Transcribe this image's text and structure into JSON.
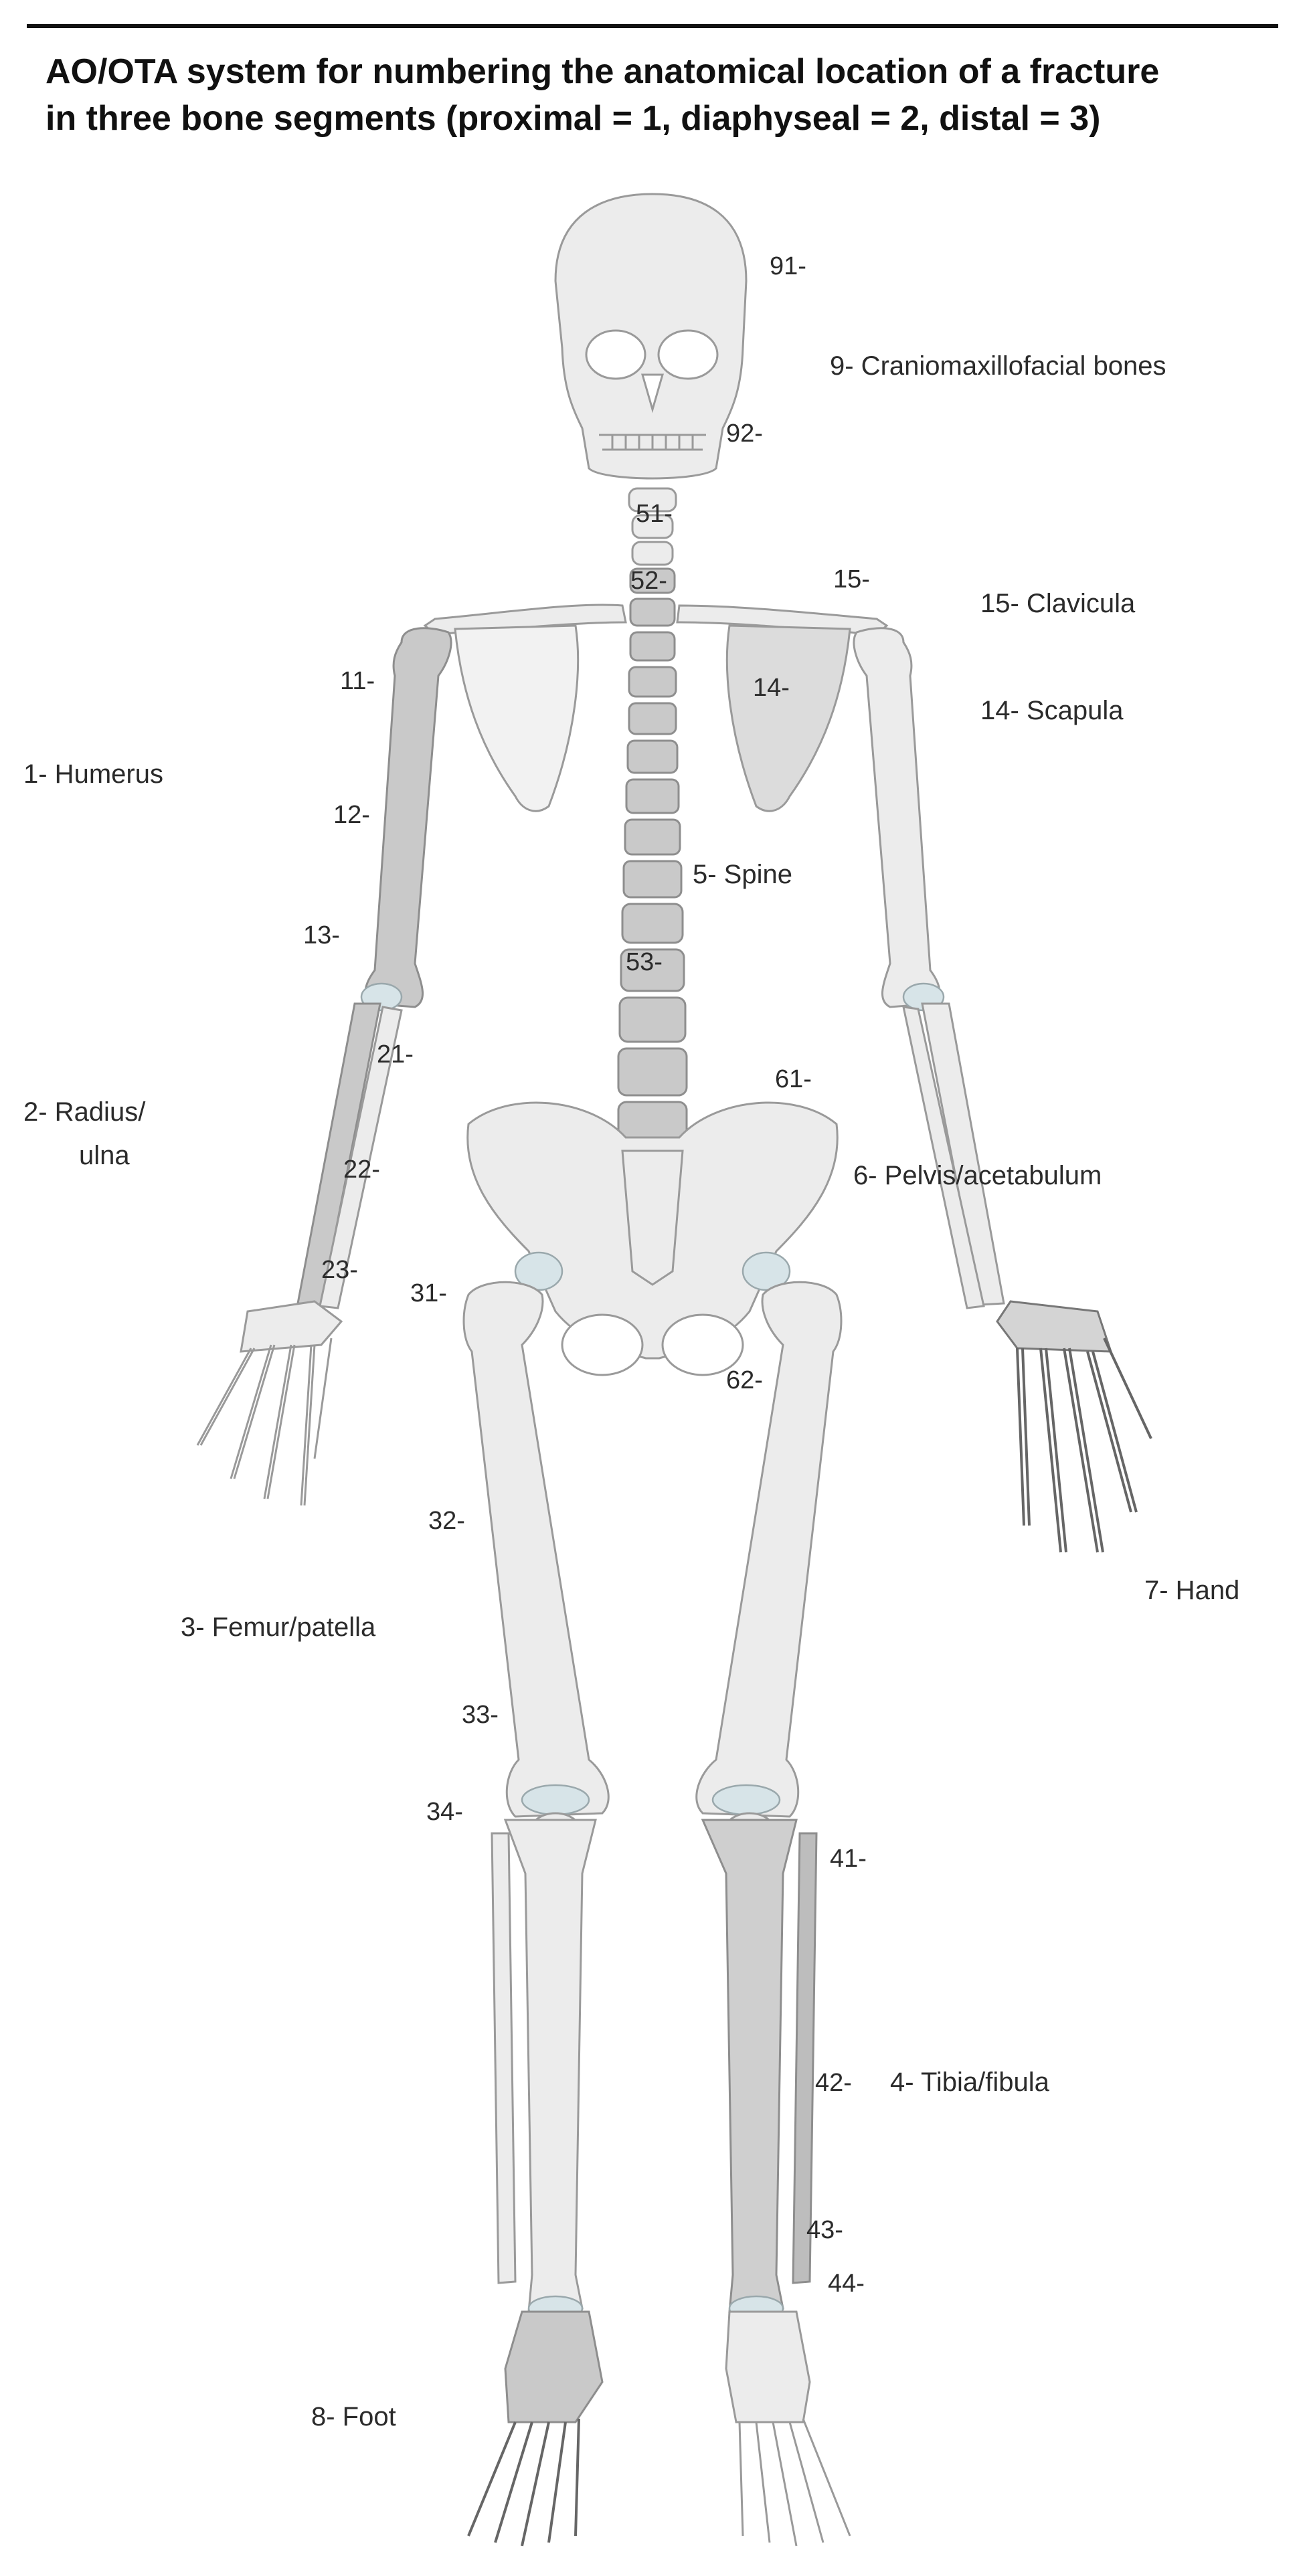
{
  "title": {
    "line1": "AO/OTA system for numbering the anatomical location of a fracture",
    "line2": "in three bone segments (proximal = 1, diaphyseal = 2, distal = 3)"
  },
  "codes": {
    "c91": "91-",
    "c92": "92-",
    "c51": "51-",
    "c52": "52-",
    "c53": "53-",
    "c15": "15-",
    "c14": "14-",
    "c11": "11-",
    "c12": "12-",
    "c13": "13-",
    "c21": "21-",
    "c22": "22-",
    "c23": "23-",
    "c61": "61-",
    "c62": "62-",
    "c31": "31-",
    "c32": "32-",
    "c33": "33-",
    "c34": "34-",
    "c41": "41-",
    "c42": "42-",
    "c43": "43-",
    "c44": "44-"
  },
  "regions": {
    "r9": "9-  Craniomaxillofacial bones",
    "r15": "15-  Clavicula",
    "r14": "14-  Scapula",
    "r1": "1-  Humerus",
    "r5": "5-  Spine",
    "r2a": "2-  Radius/",
    "r2b": "ulna",
    "r61": "6-  Pelvis/acetabulum",
    "r7": "7-  Hand",
    "r3": "3-  Femur/patella",
    "r4": "4-  Tibia/fibula",
    "r8": "8-  Foot"
  },
  "colors": {
    "bone": "#ececec",
    "bone_dark": "#c9c9c9",
    "cartilage": "#d7e4e8",
    "text": "#2b2b2b"
  }
}
